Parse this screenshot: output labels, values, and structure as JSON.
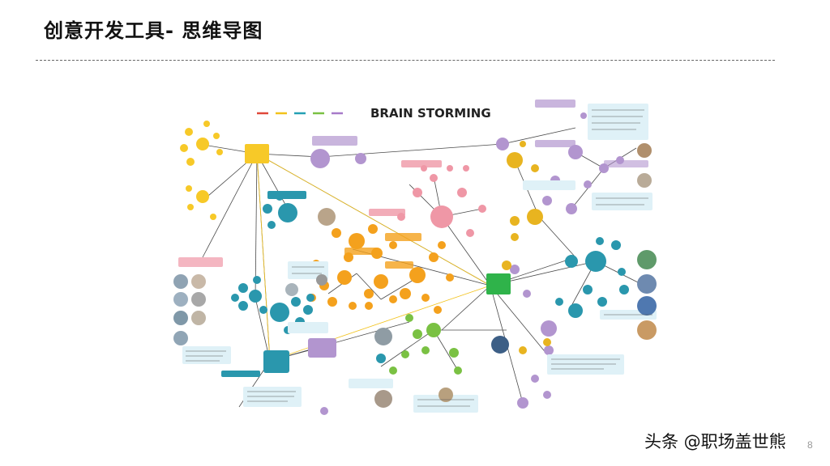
{
  "slide": {
    "title": "创意开发工具- 思维导图",
    "page_number": "8"
  },
  "figure": {
    "heading": "BRAIN STORMING",
    "legend_colors": [
      "#e0483a",
      "#f2c21b",
      "#25a0b4",
      "#7ac143",
      "#a77ac9"
    ],
    "branch_colors": {
      "yellow": "#f7c928",
      "orange": "#f4a11d",
      "teal": "#2a97ad",
      "purple": "#b295cf",
      "pink": "#ef97a6",
      "green": "#2fb34a",
      "gold": "#e8b420"
    },
    "central_node_color": "#2fb34a",
    "note_color": "#dff1f7"
  },
  "watermark": {
    "text": "头条 @职场盖世熊"
  }
}
